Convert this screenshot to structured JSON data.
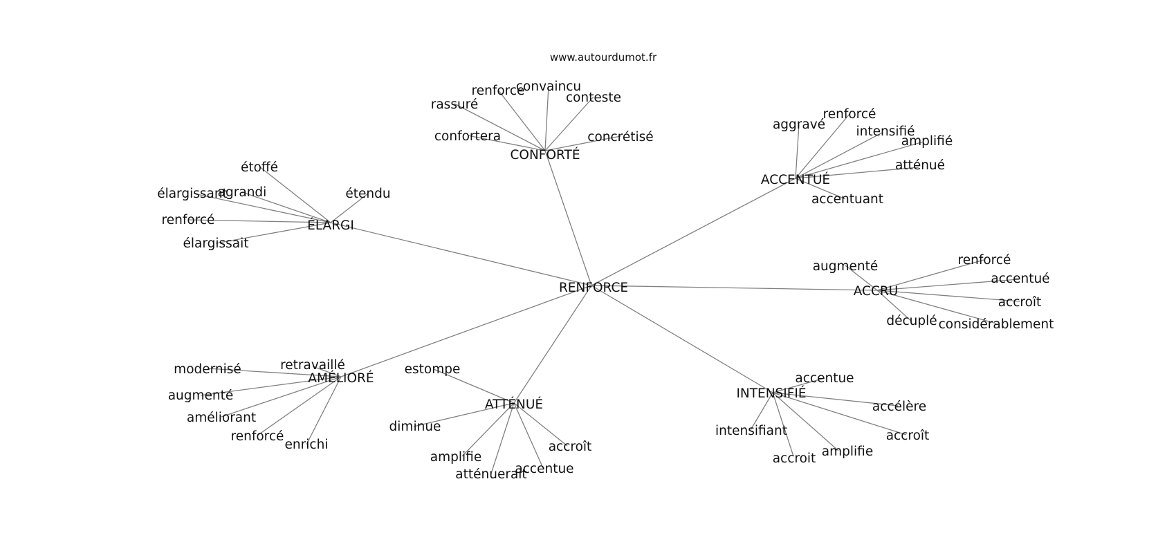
{
  "header": {
    "site": "www.autourdumot.fr"
  },
  "graph": {
    "root": "RENFORCE",
    "clusters": [
      {
        "hub": "CONFORTÉ",
        "leaves": [
          "renforce",
          "convaincu",
          "conteste",
          "rassuré",
          "confortera",
          "concrétisé"
        ]
      },
      {
        "hub": "ÉLARGI",
        "leaves": [
          "étoffé",
          "agrandi",
          "étendu",
          "élargissant",
          "renforcé",
          "élargissait"
        ]
      },
      {
        "hub": "ACCENTUÉ",
        "leaves": [
          "aggravé",
          "renforcé",
          "intensifié",
          "amplifié",
          "atténué",
          "accentuant"
        ]
      },
      {
        "hub": "ACCRU",
        "leaves": [
          "augmenté",
          "renforcé",
          "accentué",
          "accroît",
          "décuplé",
          "considérablement"
        ]
      },
      {
        "hub": "AMÉLIORÉ",
        "leaves": [
          "retravaillé",
          "modernisé",
          "augmenté",
          "améliorant",
          "renforcé",
          "enrichi"
        ]
      },
      {
        "hub": "ATTÉNUÉ",
        "leaves": [
          "estompe",
          "diminue",
          "amplifie",
          "atténuerait",
          "accentue",
          "accroît"
        ]
      },
      {
        "hub": "INTENSIFIÉ",
        "leaves": [
          "accentue",
          "accélère",
          "intensifiant",
          "accroît",
          "accroit",
          "amplifie"
        ]
      }
    ]
  }
}
